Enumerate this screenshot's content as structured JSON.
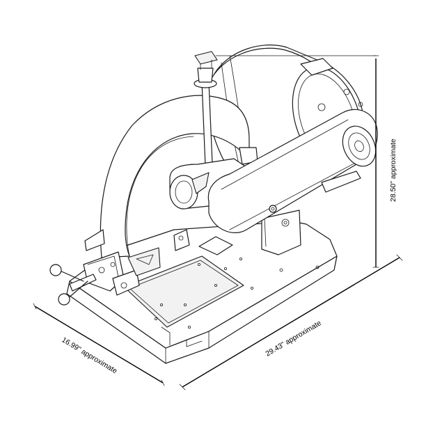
{
  "dimensions": {
    "height": {
      "label": "28.50\" approximate"
    },
    "length": {
      "label": "29.43\" approximate"
    },
    "width": {
      "label": "16.99\" approximate"
    }
  },
  "colors": {
    "line": "#1a1a1a",
    "background": "#ffffff"
  }
}
